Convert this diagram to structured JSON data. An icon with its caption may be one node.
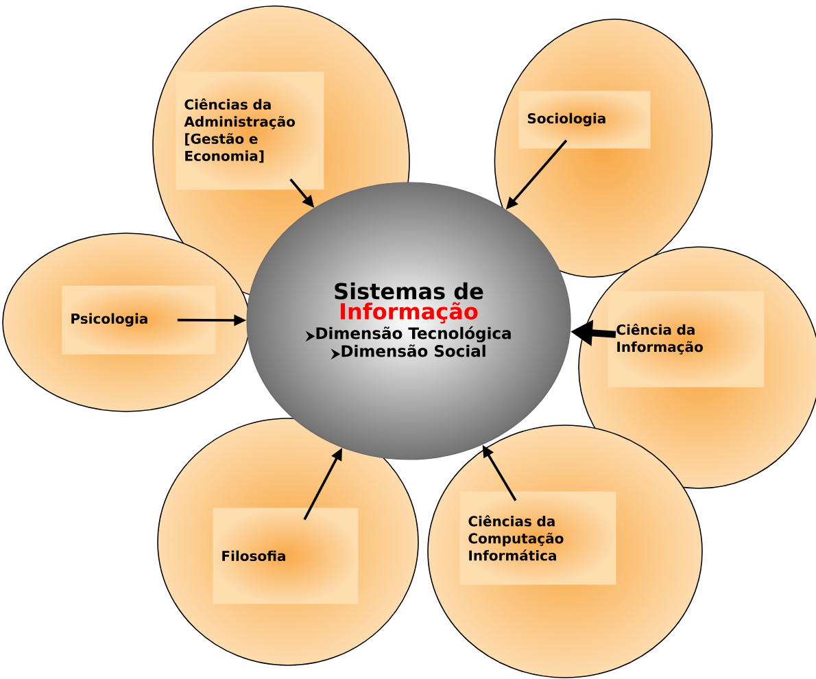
{
  "diagram": {
    "nodes": [
      {
        "text": [
          "Sistemas de",
          "Informação",
          "Dimensão Tecnológica",
          "Dimensão Social"
        ]
      },
      {
        "text": [
          "Ciências da Administração [Gestão e Economia]"
        ]
      },
      {
        "text": [
          "Sociologia"
        ]
      },
      {
        "text": [
          "Ciência da Informação"
        ]
      },
      {
        "text": [
          "Psicologia"
        ]
      },
      {
        "text": [
          "Filosofia"
        ]
      },
      {
        "text": [
          "Ciências da Computação Informática"
        ]
      }
    ],
    "edges": [
      {
        "from": 1,
        "to": 0,
        "arrow": "to"
      },
      {
        "from": 2,
        "to": 0,
        "arrow": "to"
      },
      {
        "from": 3,
        "to": 0,
        "arrow": "to",
        "style": "thick"
      },
      {
        "from": 4,
        "to": 0,
        "arrow": "to"
      },
      {
        "from": 5,
        "to": 0,
        "arrow": "to"
      },
      {
        "from": 6,
        "to": 0,
        "arrow": "to"
      }
    ]
  }
}
